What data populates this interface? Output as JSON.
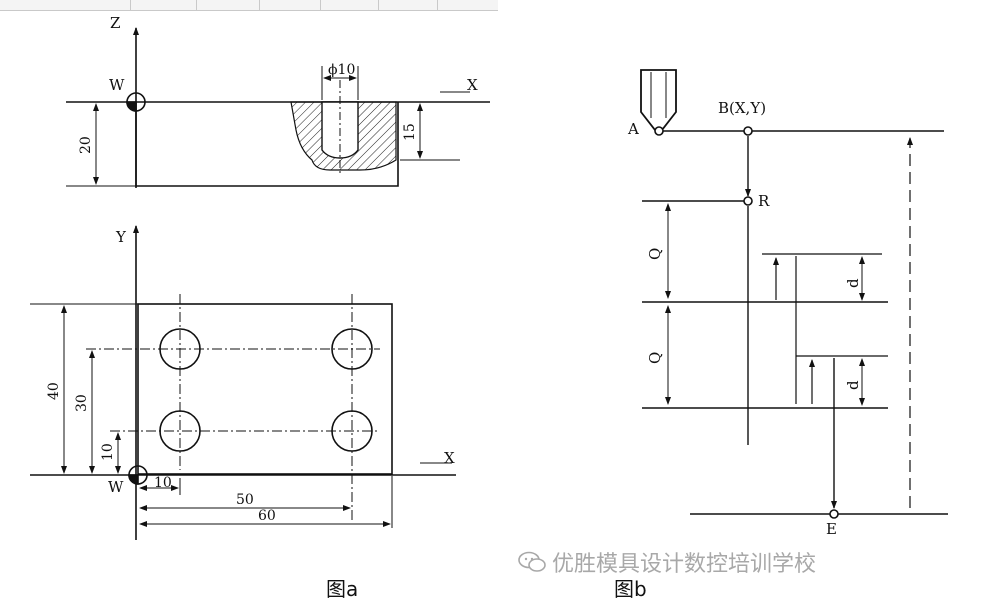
{
  "figure_a": {
    "caption": "图a",
    "side_view": {
      "axis_z": "Z",
      "axis_x": "X",
      "origin": "W",
      "dim_diameter": "ϕ10",
      "dim_height": "20",
      "dim_depth": "15"
    },
    "plan_view": {
      "axis_y": "Y",
      "axis_x": "X",
      "origin": "W",
      "dim_40": "40",
      "dim_30": "30",
      "dim_10_y": "10",
      "dim_10_x": "10",
      "dim_50": "50",
      "dim_60": "60"
    }
  },
  "figure_b": {
    "caption": "图b",
    "point_a": "A",
    "point_b": "B(X,Y)",
    "point_r": "R",
    "point_e": "E",
    "dim_q": "Q",
    "dim_d": "d"
  },
  "watermark": {
    "text": "优胜模具设计数控培训学校"
  }
}
